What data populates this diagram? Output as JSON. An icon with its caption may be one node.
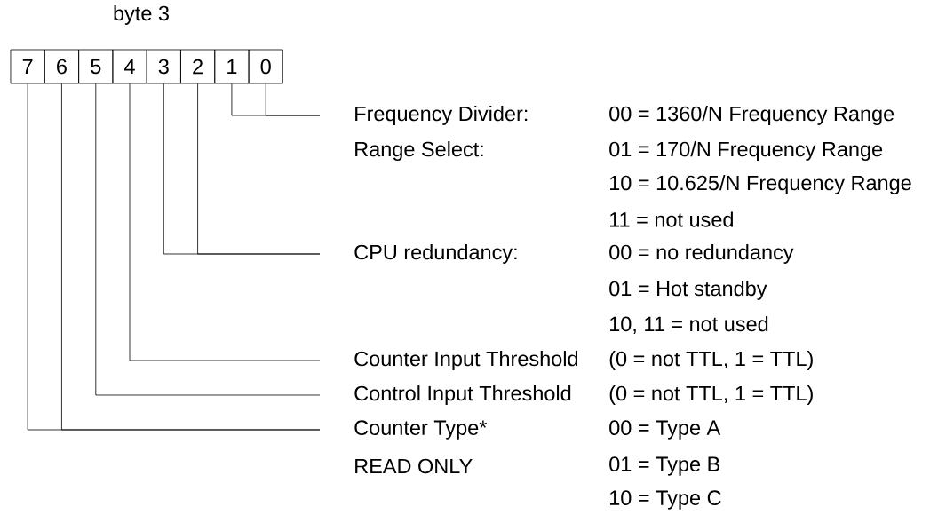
{
  "diagram": {
    "nodes": [
      {
        "text": [
          "7"
        ]
      },
      {
        "text": [
          "6"
        ]
      },
      {
        "text": [
          "5"
        ]
      },
      {
        "text": [
          "4"
        ]
      },
      {
        "text": [
          "3"
        ]
      },
      {
        "text": [
          "2"
        ]
      },
      {
        "text": [
          "1"
        ]
      },
      {
        "text": [
          "0"
        ]
      },
      {
        "text": [
          "Frequency Divider:"
        ]
      },
      {
        "text": [
          "CPU redundancy:"
        ]
      },
      {
        "text": [
          "Counter Input Threshold"
        ]
      },
      {
        "text": [
          "Control Input Threshold"
        ]
      },
      {
        "text": [
          "Counter Type*"
        ]
      }
    ],
    "edges": [
      {
        "from": 6,
        "to": 8,
        "arrow": "none"
      },
      {
        "from": 7,
        "to": 8,
        "arrow": "none"
      },
      {
        "from": 4,
        "to": 9,
        "arrow": "none"
      },
      {
        "from": 5,
        "to": 9,
        "arrow": "none"
      },
      {
        "from": 3,
        "to": 10,
        "arrow": "none"
      },
      {
        "from": 2,
        "to": 11,
        "arrow": "none"
      },
      {
        "from": 0,
        "to": 12,
        "arrow": "none"
      },
      {
        "from": 1,
        "to": 12,
        "arrow": "none"
      }
    ],
    "labels": [
      "byte 3",
      "00 = 1360/N Frequency Range",
      "Range Select:",
      "01 = 170/N Frequency Range",
      "10 = 10.625/N Frequency Range",
      "11 = not used",
      "00 = no redundancy",
      "01 = Hot standby",
      "10, 11 = not used",
      "(0 = not TTL, 1 = TTL)",
      "(0 = not TTL, 1 = TTL)",
      "00 = Type A",
      "READ ONLY",
      "01 = Type B",
      "10 = Type C"
    ]
  }
}
